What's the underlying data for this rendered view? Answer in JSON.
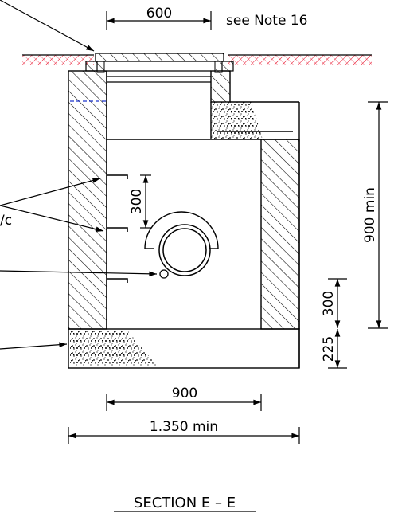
{
  "title": "SECTION  E  –  E",
  "dimensions": {
    "cover_width": "600",
    "cover_note": "see  Note  16",
    "internal_width": "900",
    "external_width": "1.350  min",
    "depth": "900  min",
    "step_spacing": "300",
    "pipe_height": "300",
    "base_thickness": "225"
  },
  "partial_labels": {
    "step_note_fragment": "/c"
  },
  "colors": {
    "line": "#000000",
    "ground_hatch": "#e8001c",
    "water_level": "#1a33cc"
  }
}
